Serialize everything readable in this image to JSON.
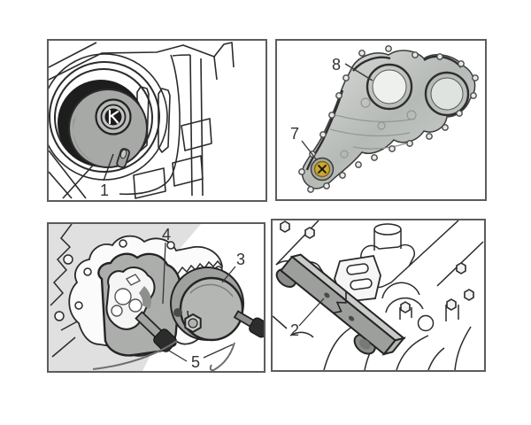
{
  "page": {
    "background": "#ffffff"
  },
  "panels": [
    {
      "name": "crankshaft-seal-tool-diagram",
      "callouts": [
        "1"
      ]
    },
    {
      "name": "timing-chain-cover-photo",
      "callouts": [
        "8",
        "7"
      ]
    },
    {
      "name": "sprocket-holding-tools-diagram",
      "callouts": [
        "4",
        "3",
        "5"
      ]
    },
    {
      "name": "camshaft-locking-bar-diagram",
      "callouts": [
        "2"
      ]
    }
  ],
  "colors": {
    "panel_border": "#5c5c5c",
    "line_art": "#2b2b2b",
    "tool_gray": "#acaeac",
    "knob_black": "#2d2d2d",
    "cover_metal_light": "#d6d8d4",
    "cover_metal_dark": "#aab0ac",
    "plug_gold": "#cda833",
    "callout_text": "#333333"
  }
}
